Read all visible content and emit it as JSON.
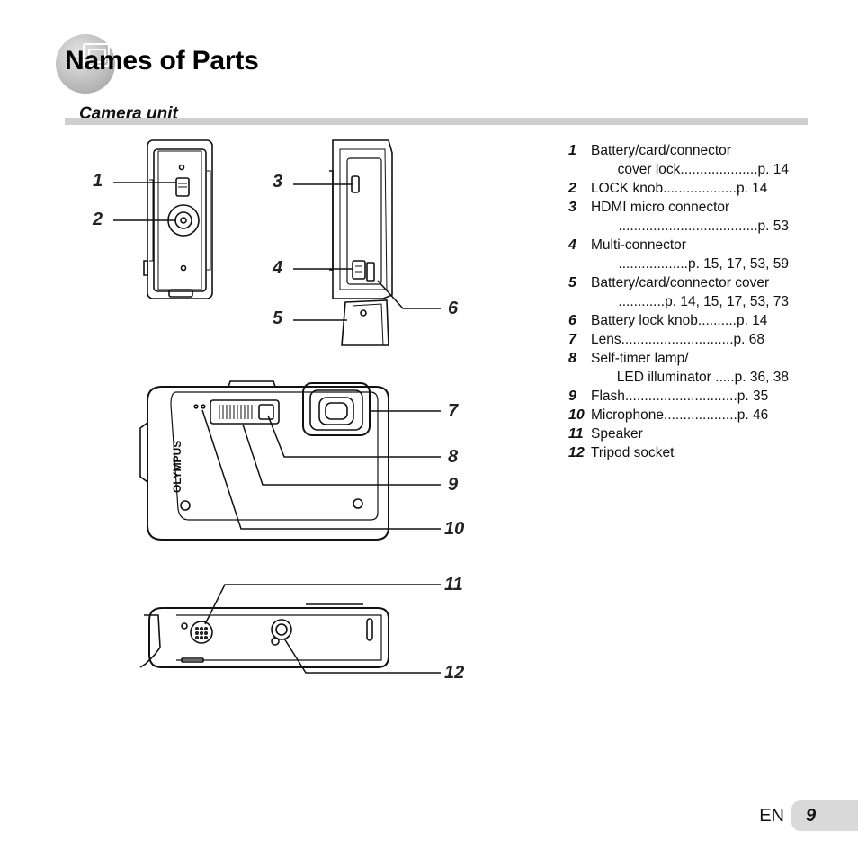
{
  "header": {
    "title": "Names of Parts",
    "section": "Camera unit"
  },
  "callouts": [
    "1",
    "2",
    "3",
    "4",
    "5",
    "6",
    "7",
    "8",
    "9",
    "10",
    "11",
    "12"
  ],
  "logo_text": "OLYMPUS",
  "parts": [
    {
      "num": "1",
      "name": "Battery/card/connector",
      "ref_line": "cover lock....................p. 14"
    },
    {
      "num": "2",
      "name": "LOCK knob...................p. 14",
      "ref_line": ""
    },
    {
      "num": "3",
      "name": "HDMI micro connector",
      "ref_line": "....................................p. 53"
    },
    {
      "num": "4",
      "name": "Multi-connector",
      "ref_line": "..................p. 15, 17, 53, 59"
    },
    {
      "num": "5",
      "name": "Battery/card/connector cover",
      "ref_line": "............p. 14, 15, 17, 53, 73"
    },
    {
      "num": "6",
      "name": "Battery lock knob..........p. 14",
      "ref_line": ""
    },
    {
      "num": "7",
      "name": "Lens.............................p. 68",
      "ref_line": ""
    },
    {
      "num": "8",
      "name": "Self-timer lamp/",
      "ref_line": "LED illuminator .....p. 36, 38"
    },
    {
      "num": "9",
      "name": "Flash.............................p. 35",
      "ref_line": ""
    },
    {
      "num": "10",
      "name": "Microphone...................p. 46",
      "ref_line": ""
    },
    {
      "num": "11",
      "name": "Speaker",
      "ref_line": ""
    },
    {
      "num": "12",
      "name": "Tripod socket",
      "ref_line": ""
    }
  ],
  "footer": {
    "lang": "EN",
    "page": "9"
  }
}
